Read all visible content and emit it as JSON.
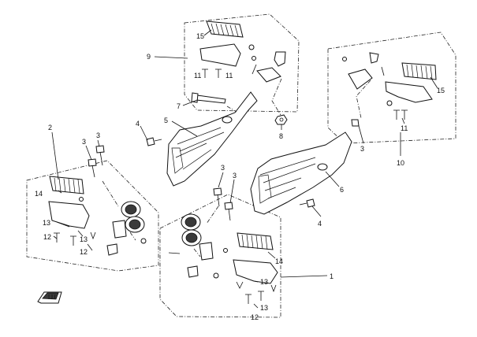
{
  "callouts": {
    "c1": "1",
    "c2": "2",
    "c3a": "3",
    "c3b": "3",
    "c3c": "3",
    "c3d": "3",
    "c3e": "3",
    "c4a": "4",
    "c4b": "4",
    "c5": "5",
    "c6": "6",
    "c7": "7",
    "c8": "8",
    "c9": "9",
    "c10": "10",
    "c11a": "11",
    "c11b": "11",
    "c11c": "11",
    "c12a": "12",
    "c12b": "12",
    "c12c": "12",
    "c13a": "13",
    "c13b": "13",
    "c13c": "13",
    "c13d": "13",
    "c14a": "14",
    "c14b": "14",
    "c15a": "15",
    "c15b": "15"
  },
  "icons": {
    "front_arrow": "front-direction-arrow-icon"
  }
}
